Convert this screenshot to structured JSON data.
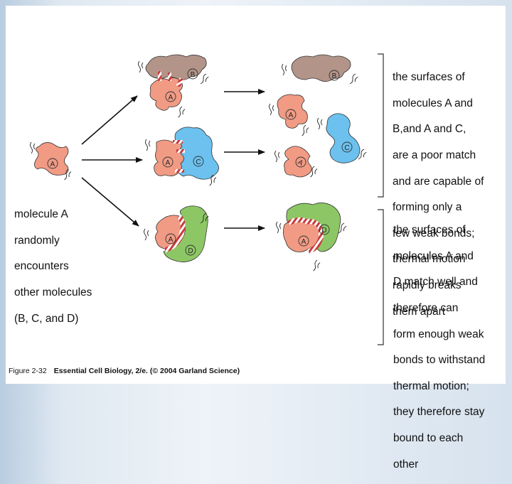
{
  "labels": {
    "a": "A",
    "b": "B",
    "c": "C",
    "d": "D"
  },
  "notes": {
    "left_lines": [
      "molecule A",
      "randomly",
      "encounters",
      "other molecules",
      "(B, C, and D)"
    ],
    "weak_lines": [
      "the surfaces of",
      "molecules A and",
      "B,and A and C,",
      "are a poor match",
      "and are capable of",
      "forming only a",
      "few weak bonds;",
      "thermal motion",
      "rapidly breaks",
      "them apart"
    ],
    "strong_lines": [
      "the surfaces of",
      "molecules A and",
      "D match well and",
      "therefore can",
      "form enough weak",
      "bonds to withstand",
      "thermal motion;",
      "they therefore stay",
      "bound to each",
      "other"
    ]
  },
  "caption": {
    "figure": "Figure 2-32",
    "source": "Essential Cell Biology, 2/e. (© 2004 Garland Science)"
  },
  "colors": {
    "molecule_a": "#f19b84",
    "molecule_b": "#b29488",
    "molecule_c": "#6cc1ee",
    "molecule_d": "#8dc765",
    "bond": "#c93a3a",
    "arrow": "#111111"
  }
}
